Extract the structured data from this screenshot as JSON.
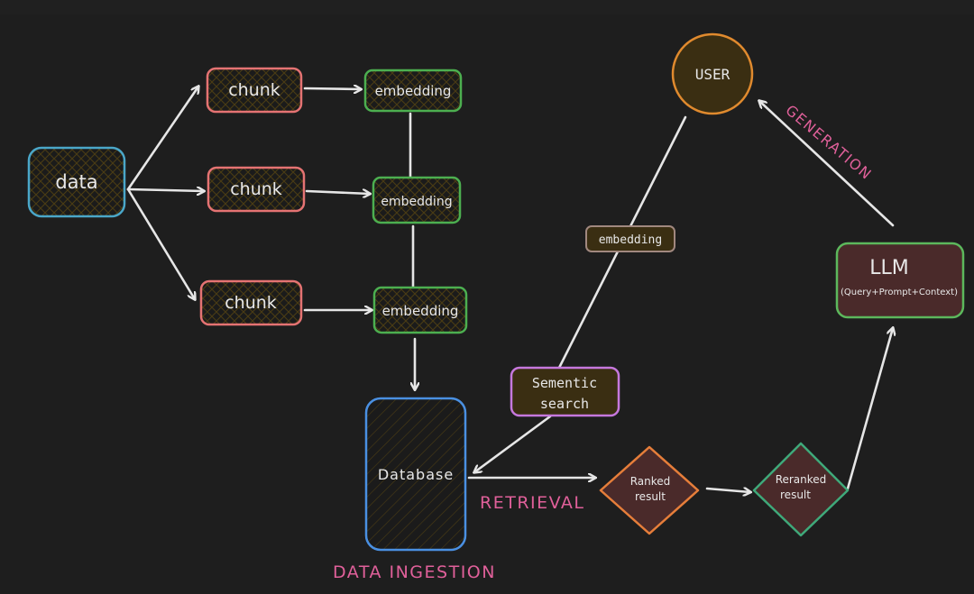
{
  "diagram": {
    "nodes": {
      "data": "data",
      "chunk_1": "chunk",
      "chunk_2": "chunk",
      "chunk_3": "chunk",
      "embedding_1": "embedding",
      "embedding_2": "embedding",
      "embedding_3": "embedding",
      "database": "Database",
      "semantic_search_line1": "Sementic",
      "semantic_search_line2": "search",
      "query_embedding": "embedding",
      "user": "USER",
      "ranked_line1": "Ranked",
      "ranked_line2": "result",
      "reranked_line1": "Reranked",
      "reranked_line2": "result",
      "llm_title": "LLM",
      "llm_subtitle": "(Query+Prompt+Context)"
    },
    "stages": {
      "ingestion": "DATA INGESTION",
      "retrieval": "RETRIEVAL",
      "generation": "GENERATION"
    },
    "colors": {
      "background": "#1e1e1e",
      "edge": "#e6e6e6",
      "data_border": "#4aa7c9",
      "chunk_border": "#e57373",
      "embedding_border": "#4caf50",
      "database_border": "#4a90e2",
      "semantic_border": "#c678dd",
      "query_embedding_border": "#a1887f",
      "user_border": "#e08a2e",
      "ranked_border": "#e67e3a",
      "reranked_border": "#3fa97a",
      "llm_border": "#5cb85c",
      "stage_label": "#e0609a"
    }
  }
}
